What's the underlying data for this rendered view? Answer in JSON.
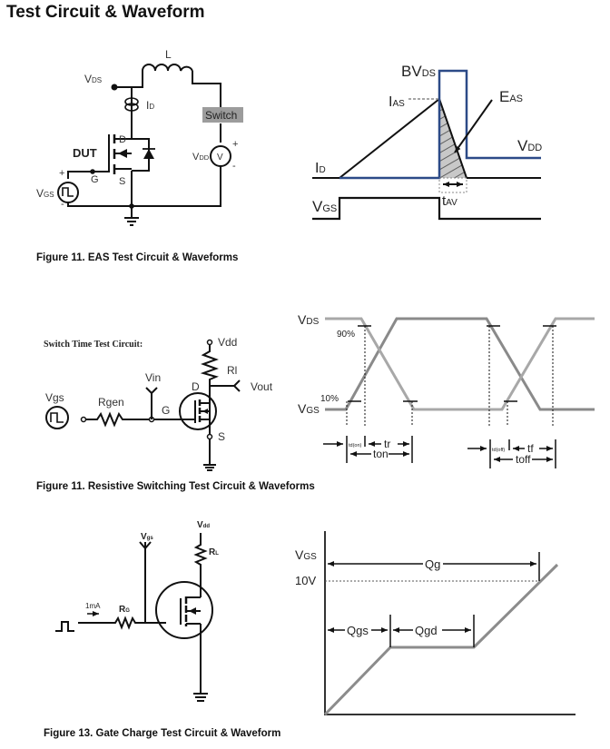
{
  "page": {
    "title": "Test Circuit & Waveform"
  },
  "figures": [
    {
      "id": "eas",
      "caption": "Figure 11. EAS Test Circuit & Waveforms",
      "circuit": {
        "labels": {
          "inductor": "L",
          "vds": {
            "main": "V",
            "sub": "DS"
          },
          "id": {
            "main": "I",
            "sub": "D"
          },
          "switch": "Switch",
          "dut": "DUT",
          "drain": "D",
          "gate": "G",
          "source": "S",
          "vgs": {
            "main": "V",
            "sub": "GS"
          },
          "vdd": {
            "main": "V",
            "sub": "DD"
          },
          "voltmeter": "V",
          "plus": "+",
          "minus": "-"
        }
      },
      "waveform": {
        "labels": {
          "bvds": {
            "main": "BV",
            "sub": "DS"
          },
          "ias": {
            "main": "I",
            "sub": "AS"
          },
          "eas": {
            "main": "E",
            "sub": "AS"
          },
          "vdd": {
            "main": "V",
            "sub": "DD"
          },
          "id": {
            "main": "I",
            "sub": "D"
          },
          "vgs": {
            "main": "V",
            "sub": "GS"
          },
          "tav": {
            "main": "t",
            "sub": "AV"
          }
        },
        "colors": {
          "vds_trace": "#2c4a87",
          "area_fill": "#c8c8c8"
        }
      }
    },
    {
      "id": "switching",
      "caption": "Figure 11.  Resistive Switching Test Circuit & Waveforms",
      "circuit": {
        "title": "Switch Time Test Circuit:",
        "labels": {
          "vdd": "Vdd",
          "rl": "Rl",
          "vout": "Vout",
          "vin": "Vin",
          "drain": "D",
          "gate": "G",
          "source": "S",
          "vgs": "Vgs",
          "rgen": "Rgen"
        }
      },
      "waveform": {
        "labels": {
          "vds": {
            "main": "V",
            "sub": "DS"
          },
          "vgs": {
            "main": "V",
            "sub": "GS"
          },
          "p90": "90%",
          "p10": "10%",
          "td_on": "td(on)",
          "tr": "tr",
          "ton": "ton",
          "td_off": "td(off)",
          "tf": "tf",
          "toff": "toff"
        },
        "colors": {
          "vds_trace": "#8a8a8a",
          "vgs_trace": "#a8a8a8"
        }
      }
    },
    {
      "id": "gate-charge",
      "caption": "Figure 13. Gate Charge Test Circuit & Waveform",
      "circuit": {
        "labels": {
          "vdd": {
            "main": "V",
            "sub": "dd"
          },
          "vgs": {
            "main": "V",
            "sub": "gs"
          },
          "rl": {
            "main": "R",
            "sub": "L"
          },
          "rg": {
            "main": "R",
            "sub": "G"
          },
          "current": "1mA"
        }
      },
      "waveform": {
        "labels": {
          "vgs": {
            "main": "V",
            "sub": "GS"
          },
          "v10": "10V",
          "qg": "Qg",
          "qgs": "Qgs",
          "qgd": "Qgd"
        },
        "colors": {
          "trace": "#8c8c8c"
        }
      }
    }
  ]
}
